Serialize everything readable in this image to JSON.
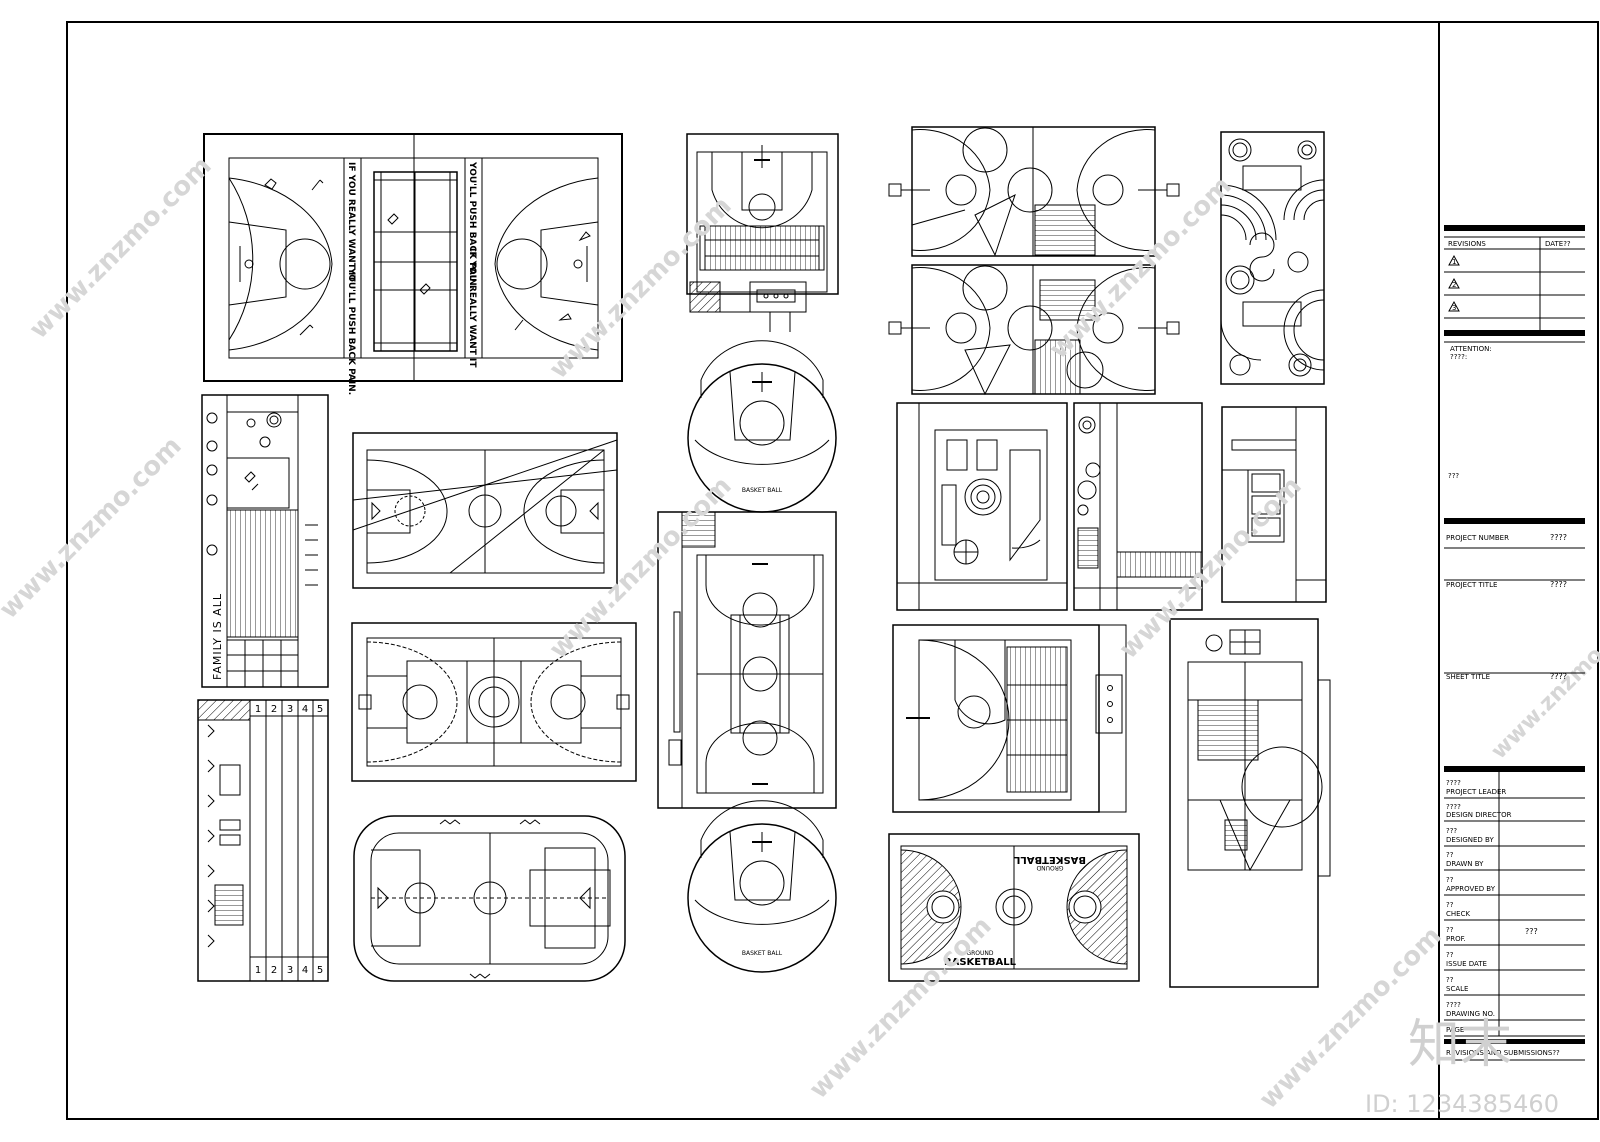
{
  "court_texts": {
    "slogan_left": "IF YOU REALLY WANT IT",
    "slogan_left_2": "YOU'LL PUSH BACK PAIN.",
    "slogan_right": "IF YOU REALLY WANT IT",
    "slogan_right_2": "YOU'LL PUSH BACK PAIN.",
    "family": "FAMILY IS ALL",
    "basket_ball_1": "BASKET BALL",
    "basket_ball_2": "BASKET BALL",
    "basketball_top": "BASKETBALL",
    "basketball_bottom": "BASKETBALL",
    "ground_top": "GROUND",
    "ground_bottom": "GROUND",
    "numbers": [
      "1",
      "2",
      "3",
      "4",
      "5"
    ]
  },
  "title_block": {
    "revisions_label": "REVISIONS",
    "date_label": "DATE??",
    "rev_marks": [
      "1",
      "2",
      "3"
    ],
    "attention_label": "ATTENTION:",
    "attention_value": "????:",
    "qmarks": "???",
    "project_number_label": "PROJECT NUMBER",
    "project_number_value": "????",
    "project_title_label": "PROJECT TITLE",
    "project_title_value": "????",
    "sheet_title_label": "SHEET TITLE",
    "sheet_title_value": "????",
    "roles": [
      {
        "cn": "????",
        "en": "PROJECT LEADER"
      },
      {
        "cn": "????",
        "en": "DESIGN DIRECTOR"
      },
      {
        "cn": "???",
        "en": "DESIGNED BY"
      },
      {
        "cn": "??",
        "en": "DRAWN BY"
      },
      {
        "cn": "??",
        "en": "APPROVED BY"
      },
      {
        "cn": "??",
        "en": "CHECK"
      },
      {
        "cn": "??",
        "en": "PROF."
      },
      {
        "cn": "??",
        "en": "ISSUE DATE"
      },
      {
        "cn": "??",
        "en": "SCALE"
      },
      {
        "cn": "????",
        "en": "DRAWING NO."
      },
      {
        "cn": "",
        "en": "PAGE"
      }
    ],
    "prof_value": "???",
    "submissions_label": "REVISIONS AND SUBMISSIONS??"
  },
  "watermark": {
    "site": "www.znzmo.com",
    "brand": "知末",
    "id_text": "ID: 1234385460"
  }
}
